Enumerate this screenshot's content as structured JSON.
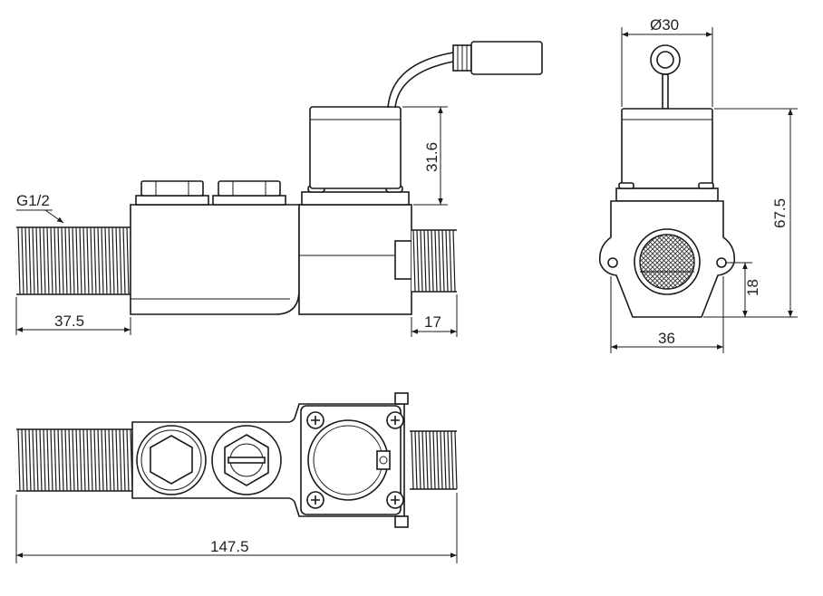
{
  "drawing": {
    "thread_spec": "G1/2",
    "dimensions": {
      "inlet_thread_length": "37.5",
      "outlet_thread_length": "17",
      "coil_height": "31.6",
      "coil_diameter": "Ø30",
      "total_height": "67.5",
      "outlet_center_height": "18",
      "body_width": "36",
      "total_length": "147.5"
    }
  }
}
